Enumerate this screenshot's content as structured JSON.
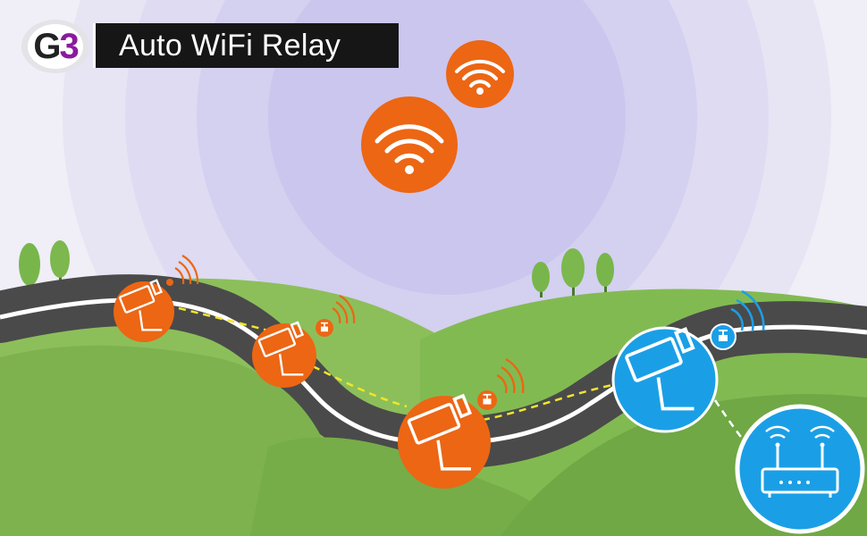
{
  "brand": {
    "logo_g": "G",
    "logo_3": "3",
    "accent_purple": "#8a1a9e"
  },
  "header": {
    "title": "Auto WiFi Relay"
  },
  "colors": {
    "sky": "#f0eef6",
    "signal_rings": "#cfcbf1",
    "hills": "#7cb24e",
    "road": "#4f4f4f",
    "relay_orange": "#ec6614",
    "relay_blue": "#1a9fe6",
    "link_dash": "#f2e52a"
  },
  "icons": {
    "wifi_source": "wifi-icon",
    "camera": "camera-icon",
    "router": "router-icon"
  }
}
